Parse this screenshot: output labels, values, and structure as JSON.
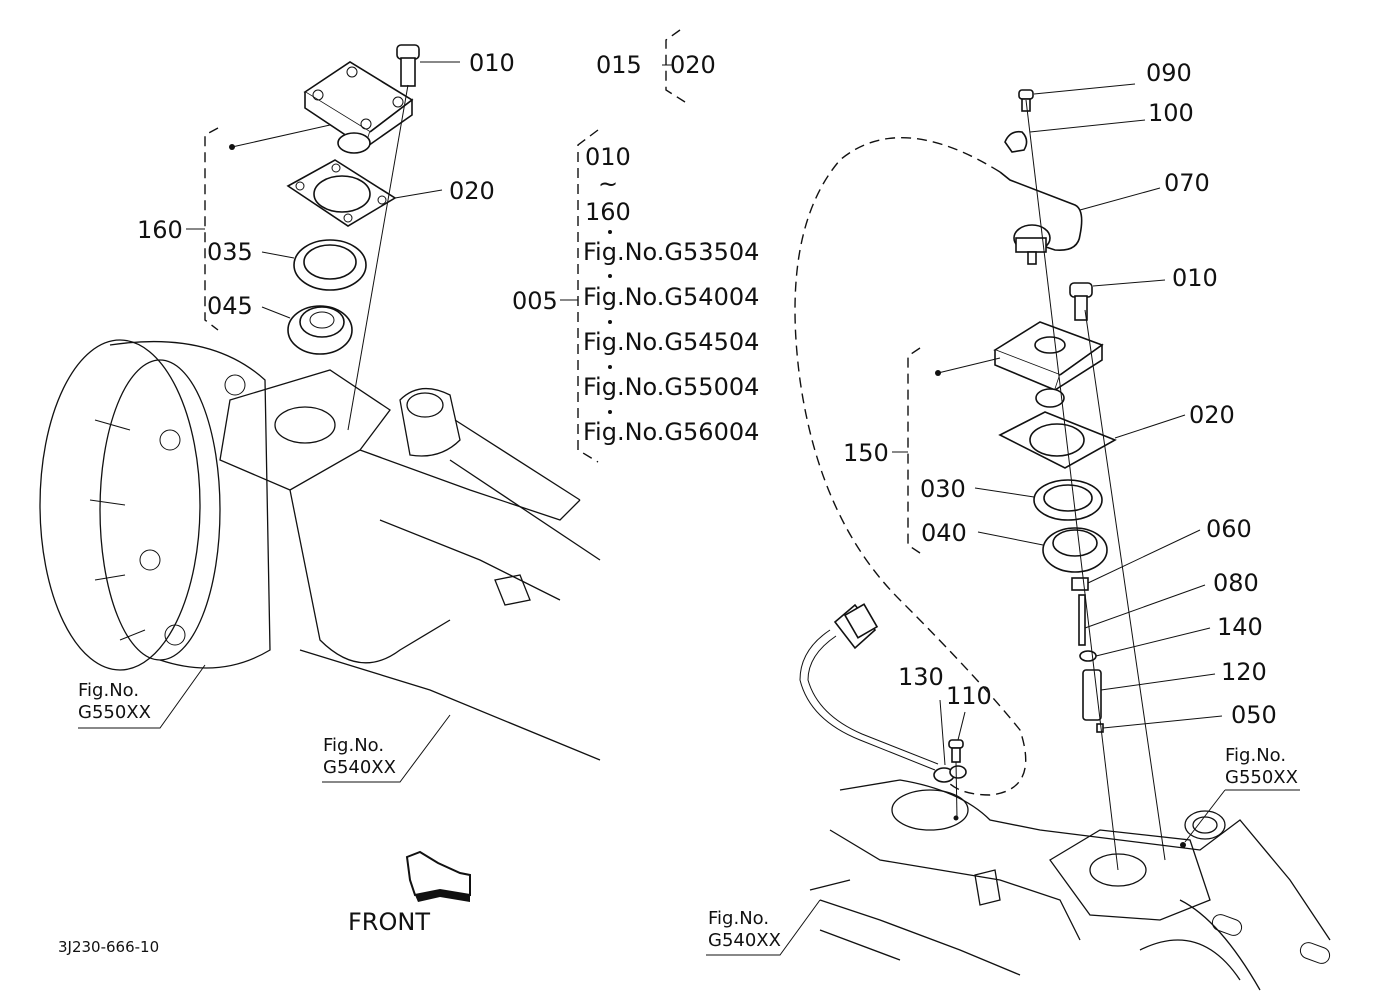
{
  "left": {
    "callouts": [
      "010",
      "020",
      "035",
      "045",
      "160"
    ],
    "fig_refs": [
      {
        "line1": "Fig.No.",
        "line2": "G550XX"
      },
      {
        "line1": "Fig.No.",
        "line2": "G540XX"
      }
    ]
  },
  "center": {
    "top_group": {
      "a": "015",
      "b": "020"
    },
    "assembly": {
      "parent": "005",
      "range_start": "010",
      "range_sep": "~",
      "range_end": "160",
      "figs": [
        "Fig.No.G53504",
        "Fig.No.G54004",
        "Fig.No.G54504",
        "Fig.No.G55004",
        "Fig.No.G56004"
      ]
    }
  },
  "right": {
    "callouts": [
      "090",
      "100",
      "070",
      "010",
      "020",
      "150",
      "030",
      "040",
      "060",
      "080",
      "140",
      "120",
      "050",
      "130",
      "110"
    ],
    "fig_refs": [
      {
        "line1": "Fig.No.",
        "line2": "G550XX"
      },
      {
        "line1": "Fig.No.",
        "line2": "G540XX"
      }
    ]
  },
  "direction_label": "FRONT",
  "drawing_code": "3J230-666-10"
}
